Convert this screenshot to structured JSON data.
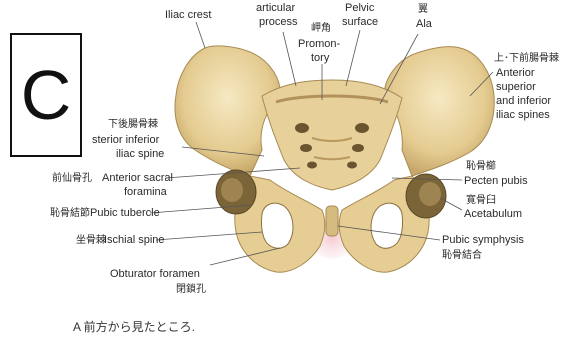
{
  "panel_letter": "C",
  "caption": "A 前方から見たところ.",
  "labels": {
    "iliac_crest": "Iliac crest",
    "articular_process": "articular",
    "articular_process_2": "process",
    "pelvic_surface": "Pelvic",
    "pelvic_surface_2": "surface",
    "promontory_jp": "岬角",
    "promontory_1": "Promon-",
    "promontory_2": "tory",
    "ala_jp": "翼",
    "ala": "Ala",
    "asis_jp": "上･下前腸骨棘",
    "asis_1": "Anterior",
    "asis_2": "superior",
    "asis_3": "and inferior",
    "asis_4": "iliac spines",
    "pis_jp": "下後腸骨棘",
    "pis_1": "sterior inferior",
    "pis_2": "iliac spine",
    "sacral_foramina_jp": "前仙骨孔",
    "sacral_foramina_1": "Anterior sacral",
    "sacral_foramina_2": "foramina",
    "pecten_jp": "恥骨櫛",
    "pecten": "Pecten pubis",
    "acetabulum_jp": "寛骨臼",
    "acetabulum": "Acetabulum",
    "pubic_tubercle_jp": "恥骨結節",
    "pubic_tubercle": "Pubic tubercle",
    "ischial_spine_jp": "坐骨棘",
    "ischial_spine": "Ischial spine",
    "symphysis": "Pubic symphysis",
    "symphysis_jp": "恥骨結合",
    "obturator": "Obturator foramen",
    "obturator_jp": "閉鎖孔"
  },
  "colors": {
    "bone_light": "#efdca8",
    "bone_mid": "#d9bf83",
    "bone_dark": "#b89a5e",
    "shadow": "#6f5a34",
    "pink": "#f3c3c9",
    "leader": "#555555"
  }
}
